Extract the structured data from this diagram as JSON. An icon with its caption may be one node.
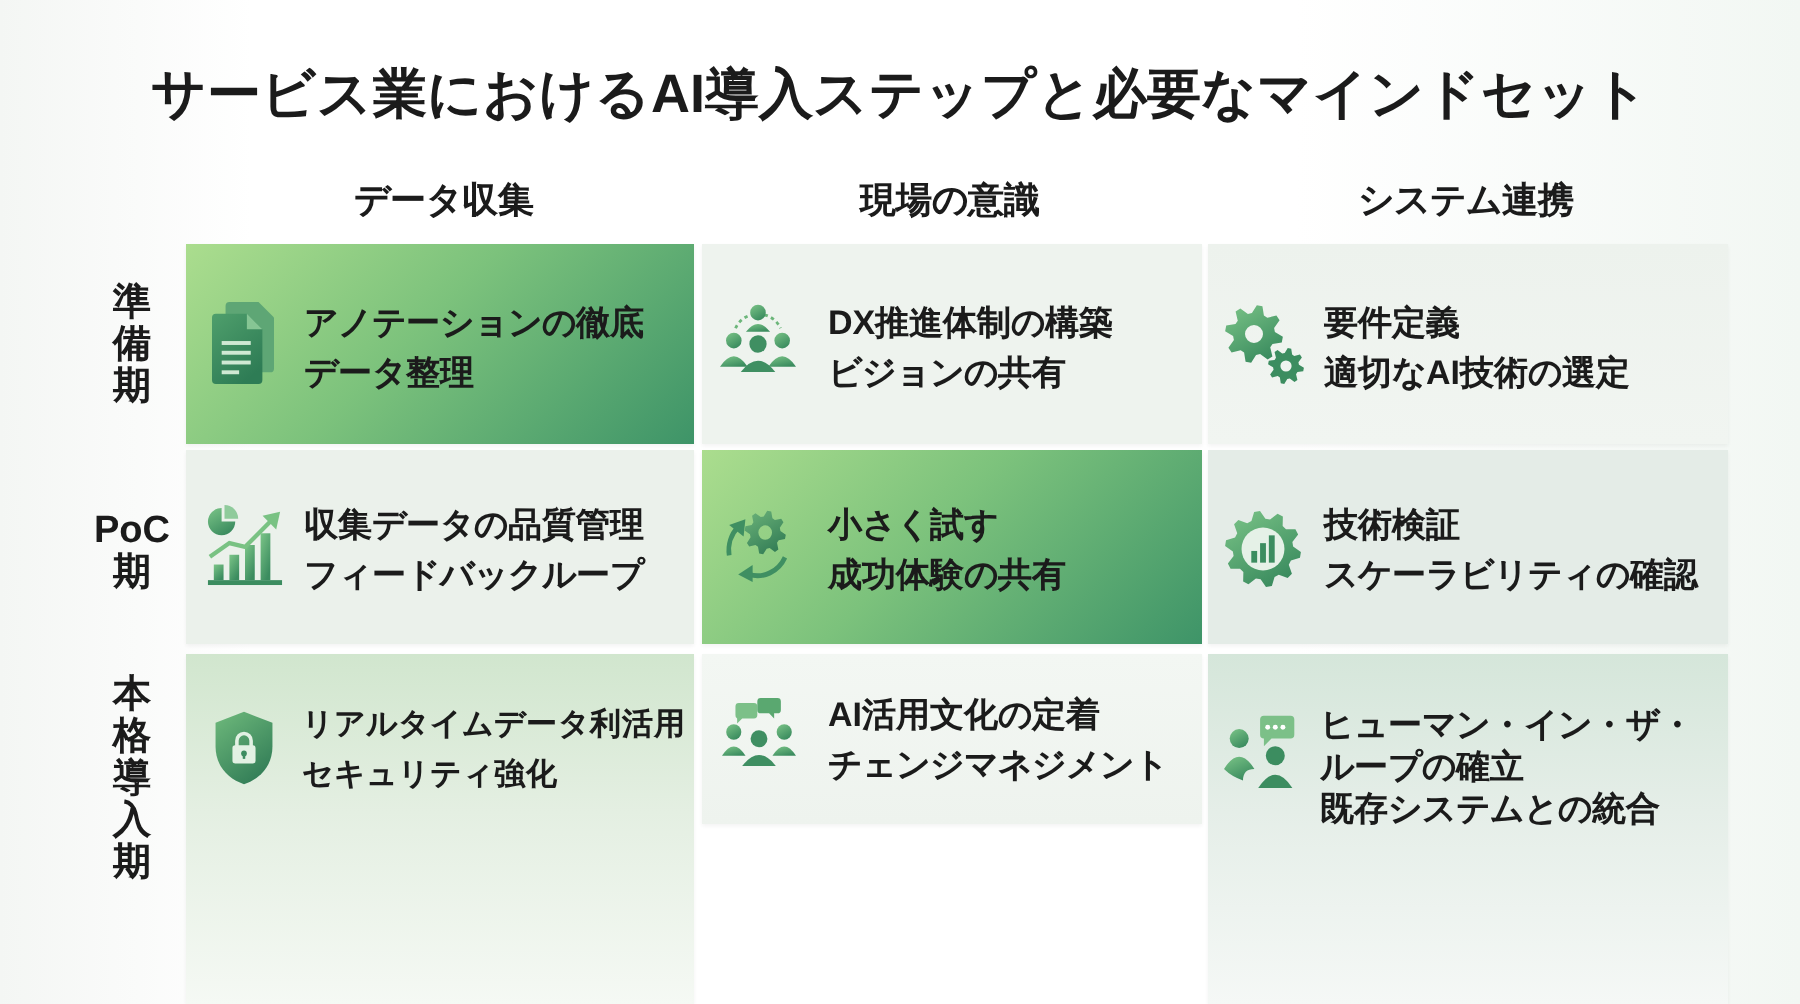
{
  "diagram": {
    "title": "サービス業におけるAI導入ステップと必要なマインドセット",
    "nodes": [
      {
        "text": [
          "アノテーションの徹底",
          "データ整理"
        ]
      },
      {
        "text": [
          "DX推進体制の構築",
          "ビジョンの共有"
        ]
      },
      {
        "text": [
          "要件定義",
          "適切なAI技術の選定"
        ]
      },
      {
        "text": [
          "収集データの品質管理",
          "フィードバックループ"
        ]
      },
      {
        "text": [
          "小さく試す",
          "成功体験の共有"
        ]
      },
      {
        "text": [
          "技術検証",
          "スケーラビリティの確認"
        ]
      },
      {
        "text": [
          "リアルタイムデータ利活用",
          "セキュリティ強化"
        ]
      },
      {
        "text": [
          "AI活用文化の定着",
          "チェンジマネジメント"
        ]
      },
      {
        "text": [
          "ヒューマン・イン・ザ・ループの確立",
          "既存システムとの統合"
        ]
      }
    ],
    "labels": [
      "データ収集",
      "現場の意識",
      "システム連携",
      "準備期",
      "PoC期",
      "本格導入期"
    ]
  }
}
